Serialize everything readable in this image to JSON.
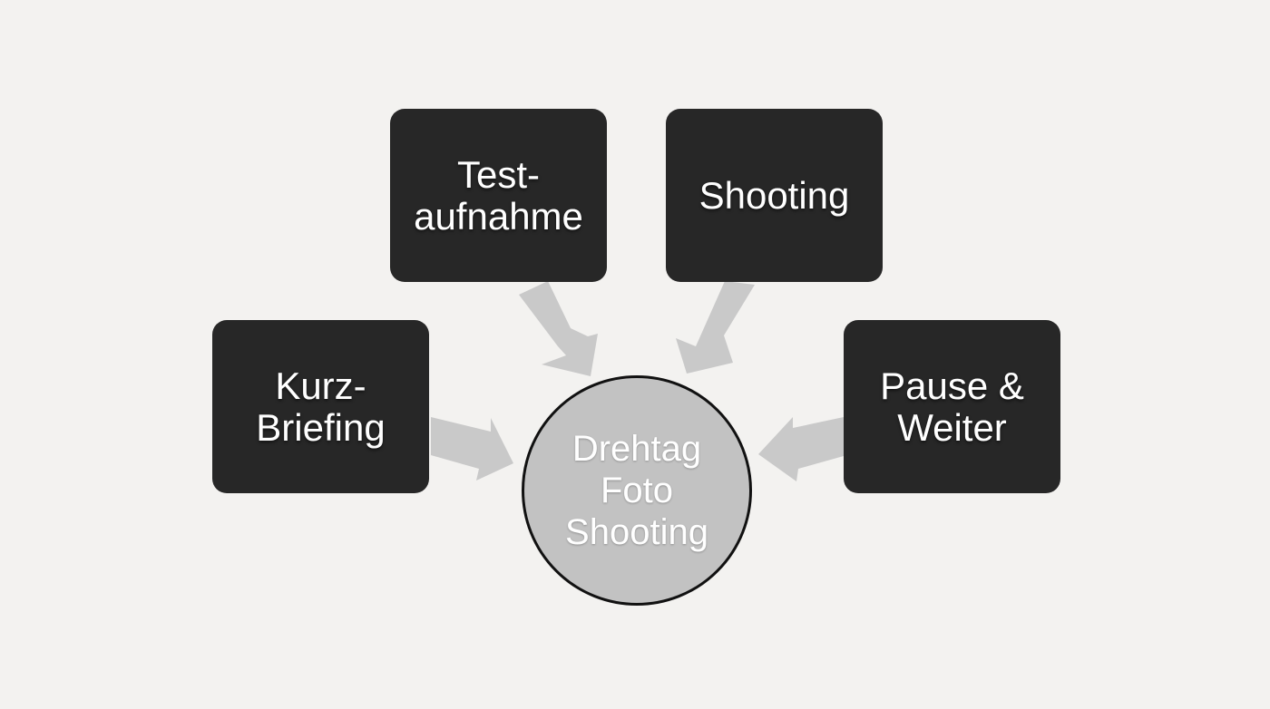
{
  "diagram": {
    "nodes": [
      {
        "id": "test",
        "lines": [
          "Test-",
          "aufnahme"
        ]
      },
      {
        "id": "shoot",
        "lines": [
          "Shooting"
        ]
      },
      {
        "id": "kurz",
        "lines": [
          "Kurz-",
          "Briefing"
        ]
      },
      {
        "id": "pause",
        "lines": [
          "Pause &",
          "Weiter"
        ]
      }
    ],
    "hub": {
      "lines": [
        "Drehtag",
        "Foto",
        "Shooting"
      ]
    },
    "edges": [
      {
        "from": "test",
        "to": "hub"
      },
      {
        "from": "shoot",
        "to": "hub"
      },
      {
        "from": "kurz",
        "to": "hub"
      },
      {
        "from": "pause",
        "to": "hub"
      }
    ],
    "colors": {
      "background": "#f3f2f0",
      "node_fill": "#272727",
      "node_text": "#ffffff",
      "hub_fill": "#c2c2c2",
      "hub_border": "#111111",
      "arrow": "#c9c9c9"
    }
  }
}
